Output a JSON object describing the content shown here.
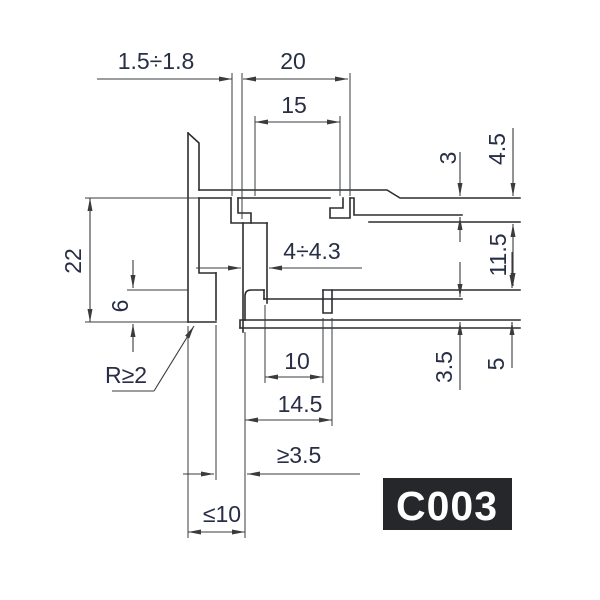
{
  "drawing": {
    "part_code": "C003",
    "dimensions": {
      "wall_thickness": "1.5÷1.8",
      "upper_channel_outer": "20",
      "upper_channel_inner": "15",
      "upper_glass_thickness": "3",
      "upper_slot_height": "4.5",
      "arm_spacing": "11.5",
      "post_height": "22",
      "lip_height": "6",
      "tongue_width": "4÷4.3",
      "corner_radius": "R≥2",
      "lower_channel_inner": "10",
      "lower_channel_outer": "14.5",
      "lower_glass_thickness": "3.5",
      "lower_slot_height": "5",
      "min_clearance": "≥3.5",
      "max_wall_thickness": "≤10"
    },
    "colors": {
      "profile_line": "#2c2d2f",
      "dimension_line": "#3a3b3d",
      "dimension_text": "#272e45",
      "badge_background": "#26272a",
      "badge_text": "#ffffff",
      "background": "#ffffff"
    }
  }
}
